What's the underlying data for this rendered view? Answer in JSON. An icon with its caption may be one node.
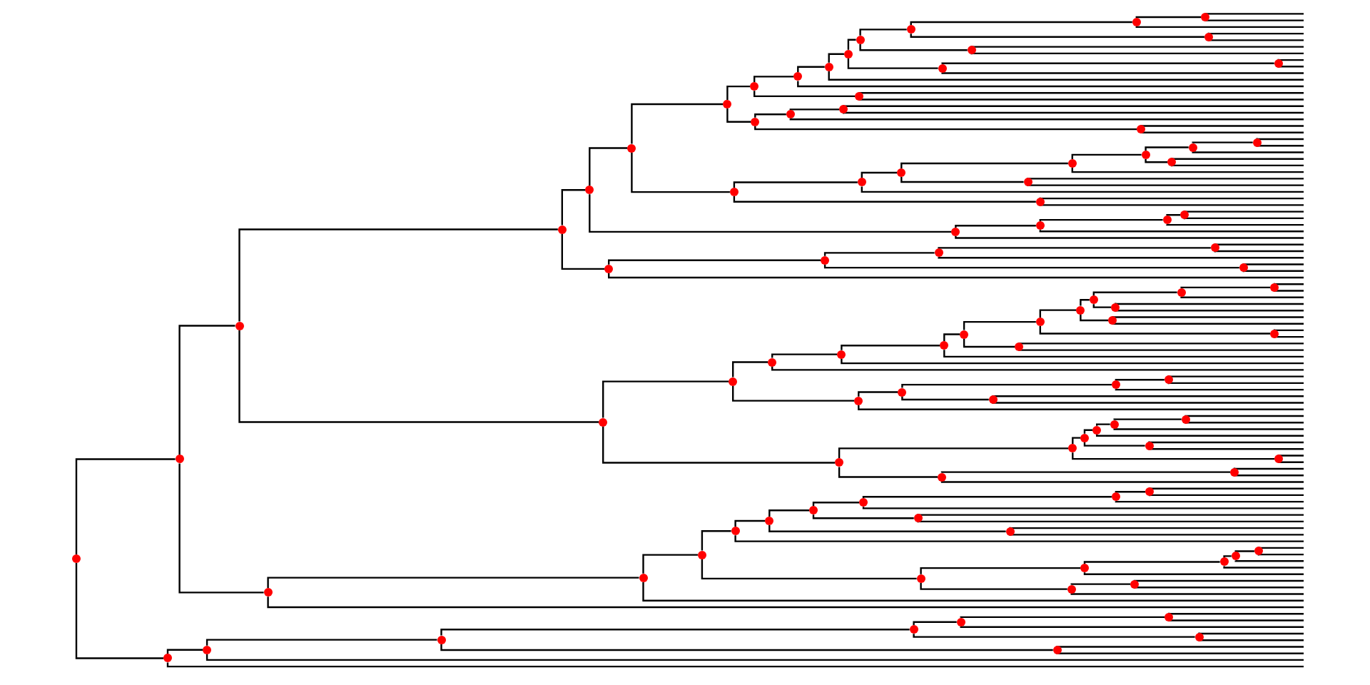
{
  "diagram": {
    "nodes": [
      {
        "text": [],
        "shape": "circle"
      },
      {
        "text": [],
        "shape": "circle"
      },
      {
        "text": [],
        "shape": "circle"
      },
      {
        "text": [],
        "shape": "circle"
      },
      {
        "text": [],
        "shape": "circle"
      },
      {
        "text": [],
        "shape": "circle"
      },
      {
        "text": [],
        "shape": "circle"
      },
      {
        "text": [],
        "shape": "circle"
      },
      {
        "text": [],
        "shape": "circle"
      },
      {
        "text": [],
        "shape": "circle"
      },
      {
        "text": [],
        "shape": "circle"
      },
      {
        "text": [],
        "shape": "circle"
      },
      {
        "text": [],
        "shape": "circle"
      },
      {
        "text": [],
        "shape": "circle"
      },
      {
        "text": [],
        "shape": "circle"
      },
      {
        "text": [],
        "shape": "circle"
      },
      {
        "text": [],
        "shape": "circle"
      },
      {
        "text": [],
        "shape": "circle"
      },
      {
        "text": [],
        "shape": "circle"
      },
      {
        "text": [],
        "shape": "circle"
      },
      {
        "text": [],
        "shape": "circle"
      },
      {
        "text": [],
        "shape": "circle"
      },
      {
        "text": [],
        "shape": "circle"
      },
      {
        "text": [],
        "shape": "circle"
      },
      {
        "text": [],
        "shape": "circle"
      },
      {
        "text": [],
        "shape": "circle"
      },
      {
        "text": [],
        "shape": "circle"
      },
      {
        "text": [],
        "shape": "circle"
      },
      {
        "text": [],
        "shape": "circle"
      },
      {
        "text": [],
        "shape": "circle"
      },
      {
        "text": [],
        "shape": "circle"
      },
      {
        "text": [],
        "shape": "circle"
      },
      {
        "text": [],
        "shape": "circle"
      },
      {
        "text": [],
        "shape": "circle"
      },
      {
        "text": [],
        "shape": "circle"
      },
      {
        "text": [],
        "shape": "circle"
      },
      {
        "text": [],
        "shape": "circle"
      },
      {
        "text": [],
        "shape": "circle"
      },
      {
        "text": [],
        "shape": "circle"
      },
      {
        "text": [],
        "shape": "circle"
      },
      {
        "text": [],
        "shape": "circle"
      },
      {
        "text": [],
        "shape": "circle"
      },
      {
        "text": [],
        "shape": "circle"
      },
      {
        "text": [],
        "shape": "circle"
      },
      {
        "text": [],
        "shape": "circle"
      },
      {
        "text": [],
        "shape": "circle"
      },
      {
        "text": [],
        "shape": "circle"
      },
      {
        "text": [],
        "shape": "circle"
      },
      {
        "text": [],
        "shape": "circle"
      },
      {
        "text": [],
        "shape": "circle"
      },
      {
        "text": [],
        "shape": "circle"
      },
      {
        "text": [],
        "shape": "circle"
      },
      {
        "text": [],
        "shape": "circle"
      },
      {
        "text": [],
        "shape": "circle"
      },
      {
        "text": [],
        "shape": "circle"
      },
      {
        "text": [],
        "shape": "circle"
      },
      {
        "text": [],
        "shape": "circle"
      },
      {
        "text": [],
        "shape": "circle"
      },
      {
        "text": [],
        "shape": "circle"
      },
      {
        "text": [],
        "shape": "circle"
      },
      {
        "text": [],
        "shape": "circle"
      },
      {
        "text": [],
        "shape": "circle"
      },
      {
        "text": [],
        "shape": "circle"
      },
      {
        "text": [],
        "shape": "circle"
      },
      {
        "text": [],
        "shape": "circle"
      },
      {
        "text": [],
        "shape": "circle"
      },
      {
        "text": [],
        "shape": "circle"
      },
      {
        "text": [],
        "shape": "circle"
      },
      {
        "text": [],
        "shape": "circle"
      },
      {
        "text": [],
        "shape": "circle"
      },
      {
        "text": [],
        "shape": "circle"
      },
      {
        "text": [],
        "shape": "circle"
      },
      {
        "text": [],
        "shape": "circle"
      },
      {
        "text": [],
        "shape": "circle"
      },
      {
        "text": [],
        "shape": "circle"
      },
      {
        "text": [],
        "shape": "circle"
      },
      {
        "text": [],
        "shape": "circle"
      },
      {
        "text": [],
        "shape": "circle"
      },
      {
        "text": [],
        "shape": "circle"
      },
      {
        "text": [],
        "shape": "circle"
      },
      {
        "text": [],
        "shape": "circle"
      },
      {
        "text": [],
        "shape": "circle"
      },
      {
        "text": [],
        "shape": "circle"
      },
      {
        "text": [],
        "shape": "circle"
      },
      {
        "text": [],
        "shape": "circle"
      },
      {
        "text": [],
        "shape": "circle"
      },
      {
        "text": [],
        "shape": "circle"
      },
      {
        "text": [],
        "shape": "circle"
      },
      {
        "text": [],
        "shape": "circle"
      },
      {
        "text": [],
        "shape": "circle"
      },
      {
        "text": [],
        "shape": "circle"
      },
      {
        "text": [],
        "shape": "circle"
      },
      {
        "text": [],
        "shape": "circle"
      },
      {
        "text": [],
        "shape": "circle"
      },
      {
        "text": [],
        "shape": "circle"
      },
      {
        "text": [],
        "shape": "circle"
      },
      {
        "text": [],
        "shape": "circle"
      },
      {
        "text": [],
        "shape": "circle"
      },
      {
        "text": [],
        "shape": "circle"
      }
    ],
    "edges": [
      {
        "from": 0,
        "to": 1,
        "arrow": "none"
      },
      {
        "from": 0,
        "to": 91,
        "arrow": "none"
      },
      {
        "from": 1,
        "to": 2,
        "arrow": "none"
      },
      {
        "from": 1,
        "to": 73,
        "arrow": "none"
      },
      {
        "from": 2,
        "to": 3,
        "arrow": "none"
      },
      {
        "from": 2,
        "to": 43,
        "arrow": "none"
      },
      {
        "from": 3,
        "to": 4,
        "arrow": "none"
      },
      {
        "from": 3,
        "to": 38,
        "arrow": "none"
      },
      {
        "from": 4,
        "to": 5,
        "arrow": "none"
      },
      {
        "from": 4,
        "to": 34,
        "arrow": "none"
      },
      {
        "from": 5,
        "to": 6,
        "arrow": "none"
      },
      {
        "from": 5,
        "to": 24,
        "arrow": "none"
      },
      {
        "from": 6,
        "to": 7,
        "arrow": "none"
      },
      {
        "from": 6,
        "to": 20,
        "arrow": "none"
      },
      {
        "from": 7,
        "to": 8,
        "arrow": "none"
      },
      {
        "from": 7,
        "to": 19,
        "arrow": "none"
      },
      {
        "from": 8,
        "to": 9,
        "arrow": "none"
      },
      {
        "from": 8,
        "to": null,
        "arrow": "none"
      },
      {
        "from": 9,
        "to": 10,
        "arrow": "none"
      },
      {
        "from": 9,
        "to": null,
        "arrow": "none"
      },
      {
        "from": 10,
        "to": 11,
        "arrow": "none"
      },
      {
        "from": 10,
        "to": 17,
        "arrow": "none"
      },
      {
        "from": 11,
        "to": 12,
        "arrow": "none"
      },
      {
        "from": 11,
        "to": 16,
        "arrow": "none"
      },
      {
        "from": 12,
        "to": 13,
        "arrow": "none"
      },
      {
        "from": 12,
        "to": 15,
        "arrow": "none"
      },
      {
        "from": 13,
        "to": 14,
        "arrow": "none"
      },
      {
        "from": 13,
        "to": null,
        "arrow": "none"
      },
      {
        "from": 14,
        "to": null,
        "arrow": "none"
      },
      {
        "from": 14,
        "to": null,
        "arrow": "none"
      },
      {
        "from": 15,
        "to": null,
        "arrow": "none"
      },
      {
        "from": 15,
        "to": null,
        "arrow": "none"
      },
      {
        "from": 16,
        "to": null,
        "arrow": "none"
      },
      {
        "from": 16,
        "to": null,
        "arrow": "none"
      },
      {
        "from": 17,
        "to": 18,
        "arrow": "none"
      },
      {
        "from": 17,
        "to": null,
        "arrow": "none"
      },
      {
        "from": 18,
        "to": null,
        "arrow": "none"
      },
      {
        "from": 18,
        "to": null,
        "arrow": "none"
      },
      {
        "from": 19,
        "to": null,
        "arrow": "none"
      },
      {
        "from": 19,
        "to": null,
        "arrow": "none"
      },
      {
        "from": 20,
        "to": 21,
        "arrow": "none"
      },
      {
        "from": 20,
        "to": 23,
        "arrow": "none"
      },
      {
        "from": 21,
        "to": 22,
        "arrow": "none"
      },
      {
        "from": 21,
        "to": null,
        "arrow": "none"
      },
      {
        "from": 22,
        "to": null,
        "arrow": "none"
      },
      {
        "from": 22,
        "to": null,
        "arrow": "none"
      },
      {
        "from": 23,
        "to": null,
        "arrow": "none"
      },
      {
        "from": 23,
        "to": null,
        "arrow": "none"
      },
      {
        "from": 24,
        "to": 25,
        "arrow": "none"
      },
      {
        "from": 24,
        "to": 33,
        "arrow": "none"
      },
      {
        "from": 25,
        "to": 26,
        "arrow": "none"
      },
      {
        "from": 25,
        "to": null,
        "arrow": "none"
      },
      {
        "from": 26,
        "to": 27,
        "arrow": "none"
      },
      {
        "from": 26,
        "to": 32,
        "arrow": "none"
      },
      {
        "from": 27,
        "to": 28,
        "arrow": "none"
      },
      {
        "from": 27,
        "to": null,
        "arrow": "none"
      },
      {
        "from": 28,
        "to": 29,
        "arrow": "none"
      },
      {
        "from": 28,
        "to": 31,
        "arrow": "none"
      },
      {
        "from": 29,
        "to": 30,
        "arrow": "none"
      },
      {
        "from": 29,
        "to": null,
        "arrow": "none"
      },
      {
        "from": 30,
        "to": null,
        "arrow": "none"
      },
      {
        "from": 30,
        "to": null,
        "arrow": "none"
      },
      {
        "from": 31,
        "to": null,
        "arrow": "none"
      },
      {
        "from": 31,
        "to": null,
        "arrow": "none"
      },
      {
        "from": 32,
        "to": null,
        "arrow": "none"
      },
      {
        "from": 32,
        "to": null,
        "arrow": "none"
      },
      {
        "from": 33,
        "to": null,
        "arrow": "none"
      },
      {
        "from": 33,
        "to": null,
        "arrow": "none"
      },
      {
        "from": 34,
        "to": 35,
        "arrow": "none"
      },
      {
        "from": 34,
        "to": null,
        "arrow": "none"
      },
      {
        "from": 35,
        "to": 36,
        "arrow": "none"
      },
      {
        "from": 35,
        "to": null,
        "arrow": "none"
      },
      {
        "from": 36,
        "to": 37,
        "arrow": "none"
      },
      {
        "from": 36,
        "to": null,
        "arrow": "none"
      },
      {
        "from": 37,
        "to": null,
        "arrow": "none"
      },
      {
        "from": 37,
        "to": null,
        "arrow": "none"
      },
      {
        "from": 38,
        "to": 39,
        "arrow": "none"
      },
      {
        "from": 38,
        "to": null,
        "arrow": "none"
      },
      {
        "from": 39,
        "to": 40,
        "arrow": "none"
      },
      {
        "from": 39,
        "to": 42,
        "arrow": "none"
      },
      {
        "from": 40,
        "to": 41,
        "arrow": "none"
      },
      {
        "from": 40,
        "to": null,
        "arrow": "none"
      },
      {
        "from": 41,
        "to": null,
        "arrow": "none"
      },
      {
        "from": 41,
        "to": null,
        "arrow": "none"
      },
      {
        "from": 42,
        "to": null,
        "arrow": "none"
      },
      {
        "from": 42,
        "to": null,
        "arrow": "none"
      },
      {
        "from": 43,
        "to": 44,
        "arrow": "none"
      },
      {
        "from": 43,
        "to": 63,
        "arrow": "none"
      },
      {
        "from": 44,
        "to": 45,
        "arrow": "none"
      },
      {
        "from": 44,
        "to": 58,
        "arrow": "none"
      },
      {
        "from": 45,
        "to": 46,
        "arrow": "none"
      },
      {
        "from": 45,
        "to": null,
        "arrow": "none"
      },
      {
        "from": 46,
        "to": 47,
        "arrow": "none"
      },
      {
        "from": 46,
        "to": null,
        "arrow": "none"
      },
      {
        "from": 47,
        "to": 48,
        "arrow": "none"
      },
      {
        "from": 47,
        "to": null,
        "arrow": "none"
      },
      {
        "from": 48,
        "to": 49,
        "arrow": "none"
      },
      {
        "from": 48,
        "to": 57,
        "arrow": "none"
      },
      {
        "from": 49,
        "to": 50,
        "arrow": "none"
      },
      {
        "from": 49,
        "to": 56,
        "arrow": "none"
      },
      {
        "from": 50,
        "to": 51,
        "arrow": "none"
      },
      {
        "from": 50,
        "to": 55,
        "arrow": "none"
      },
      {
        "from": 51,
        "to": 52,
        "arrow": "none"
      },
      {
        "from": 51,
        "to": 54,
        "arrow": "none"
      },
      {
        "from": 52,
        "to": 53,
        "arrow": "none"
      },
      {
        "from": 52,
        "to": null,
        "arrow": "none"
      },
      {
        "from": 53,
        "to": null,
        "arrow": "none"
      },
      {
        "from": 53,
        "to": null,
        "arrow": "none"
      },
      {
        "from": 54,
        "to": null,
        "arrow": "none"
      },
      {
        "from": 54,
        "to": null,
        "arrow": "none"
      },
      {
        "from": 55,
        "to": null,
        "arrow": "none"
      },
      {
        "from": 55,
        "to": null,
        "arrow": "none"
      },
      {
        "from": 56,
        "to": null,
        "arrow": "none"
      },
      {
        "from": 56,
        "to": null,
        "arrow": "none"
      },
      {
        "from": 57,
        "to": null,
        "arrow": "none"
      },
      {
        "from": 57,
        "to": null,
        "arrow": "none"
      },
      {
        "from": 58,
        "to": 59,
        "arrow": "none"
      },
      {
        "from": 58,
        "to": null,
        "arrow": "none"
      },
      {
        "from": 59,
        "to": 60,
        "arrow": "none"
      },
      {
        "from": 59,
        "to": 62,
        "arrow": "none"
      },
      {
        "from": 60,
        "to": 61,
        "arrow": "none"
      },
      {
        "from": 60,
        "to": null,
        "arrow": "none"
      },
      {
        "from": 61,
        "to": null,
        "arrow": "none"
      },
      {
        "from": 61,
        "to": null,
        "arrow": "none"
      },
      {
        "from": 62,
        "to": null,
        "arrow": "none"
      },
      {
        "from": 62,
        "to": null,
        "arrow": "none"
      },
      {
        "from": 63,
        "to": 64,
        "arrow": "none"
      },
      {
        "from": 63,
        "to": 71,
        "arrow": "none"
      },
      {
        "from": 64,
        "to": 65,
        "arrow": "none"
      },
      {
        "from": 64,
        "to": 70,
        "arrow": "none"
      },
      {
        "from": 65,
        "to": 66,
        "arrow": "none"
      },
      {
        "from": 65,
        "to": 69,
        "arrow": "none"
      },
      {
        "from": 66,
        "to": 67,
        "arrow": "none"
      },
      {
        "from": 66,
        "to": null,
        "arrow": "none"
      },
      {
        "from": 67,
        "to": 68,
        "arrow": "none"
      },
      {
        "from": 67,
        "to": null,
        "arrow": "none"
      },
      {
        "from": 68,
        "to": null,
        "arrow": "none"
      },
      {
        "from": 68,
        "to": null,
        "arrow": "none"
      },
      {
        "from": 69,
        "to": null,
        "arrow": "none"
      },
      {
        "from": 69,
        "to": null,
        "arrow": "none"
      },
      {
        "from": 70,
        "to": null,
        "arrow": "none"
      },
      {
        "from": 70,
        "to": null,
        "arrow": "none"
      },
      {
        "from": 71,
        "to": 72,
        "arrow": "none"
      },
      {
        "from": 71,
        "to": null,
        "arrow": "none"
      },
      {
        "from": 72,
        "to": null,
        "arrow": "none"
      },
      {
        "from": 72,
        "to": null,
        "arrow": "none"
      },
      {
        "from": 73,
        "to": 74,
        "arrow": "none"
      },
      {
        "from": 73,
        "to": null,
        "arrow": "none"
      },
      {
        "from": 74,
        "to": 75,
        "arrow": "none"
      },
      {
        "from": 74,
        "to": null,
        "arrow": "none"
      },
      {
        "from": 75,
        "to": 76,
        "arrow": "none"
      },
      {
        "from": 75,
        "to": 84,
        "arrow": "none"
      },
      {
        "from": 76,
        "to": 77,
        "arrow": "none"
      },
      {
        "from": 76,
        "to": null,
        "arrow": "none"
      },
      {
        "from": 77,
        "to": 78,
        "arrow": "none"
      },
      {
        "from": 77,
        "to": 83,
        "arrow": "none"
      },
      {
        "from": 78,
        "to": 79,
        "arrow": "none"
      },
      {
        "from": 78,
        "to": 82,
        "arrow": "none"
      },
      {
        "from": 79,
        "to": 80,
        "arrow": "none"
      },
      {
        "from": 79,
        "to": null,
        "arrow": "none"
      },
      {
        "from": 80,
        "to": 81,
        "arrow": "none"
      },
      {
        "from": 80,
        "to": null,
        "arrow": "none"
      },
      {
        "from": 81,
        "to": null,
        "arrow": "none"
      },
      {
        "from": 81,
        "to": null,
        "arrow": "none"
      },
      {
        "from": 82,
        "to": null,
        "arrow": "none"
      },
      {
        "from": 82,
        "to": null,
        "arrow": "none"
      },
      {
        "from": 83,
        "to": null,
        "arrow": "none"
      },
      {
        "from": 83,
        "to": null,
        "arrow": "none"
      },
      {
        "from": 84,
        "to": 85,
        "arrow": "none"
      },
      {
        "from": 84,
        "to": 89,
        "arrow": "none"
      },
      {
        "from": 85,
        "to": 86,
        "arrow": "none"
      },
      {
        "from": 85,
        "to": null,
        "arrow": "none"
      },
      {
        "from": 86,
        "to": 87,
        "arrow": "none"
      },
      {
        "from": 86,
        "to": null,
        "arrow": "none"
      },
      {
        "from": 87,
        "to": 88,
        "arrow": "none"
      },
      {
        "from": 87,
        "to": null,
        "arrow": "none"
      },
      {
        "from": 88,
        "to": null,
        "arrow": "none"
      },
      {
        "from": 88,
        "to": null,
        "arrow": "none"
      },
      {
        "from": 89,
        "to": 90,
        "arrow": "none"
      },
      {
        "from": 89,
        "to": null,
        "arrow": "none"
      },
      {
        "from": 90,
        "to": null,
        "arrow": "none"
      },
      {
        "from": 90,
        "to": null,
        "arrow": "none"
      },
      {
        "from": 91,
        "to": 92,
        "arrow": "none"
      },
      {
        "from": 91,
        "to": null,
        "arrow": "none"
      },
      {
        "from": 92,
        "to": 93,
        "arrow": "none"
      },
      {
        "from": 92,
        "to": null,
        "arrow": "none"
      },
      {
        "from": 93,
        "to": 94,
        "arrow": "none"
      },
      {
        "from": 93,
        "to": 98,
        "arrow": "none"
      },
      {
        "from": 94,
        "to": 95,
        "arrow": "none"
      },
      {
        "from": 94,
        "to": 97,
        "arrow": "none"
      },
      {
        "from": 95,
        "to": 96,
        "arrow": "none"
      },
      {
        "from": 95,
        "to": null,
        "arrow": "none"
      },
      {
        "from": 96,
        "to": null,
        "arrow": "none"
      },
      {
        "from": 96,
        "to": null,
        "arrow": "none"
      },
      {
        "from": 97,
        "to": null,
        "arrow": "none"
      },
      {
        "from": 97,
        "to": null,
        "arrow": "none"
      },
      {
        "from": 98,
        "to": null,
        "arrow": "none"
      },
      {
        "from": 98,
        "to": null,
        "arrow": "none"
      }
    ]
  }
}
